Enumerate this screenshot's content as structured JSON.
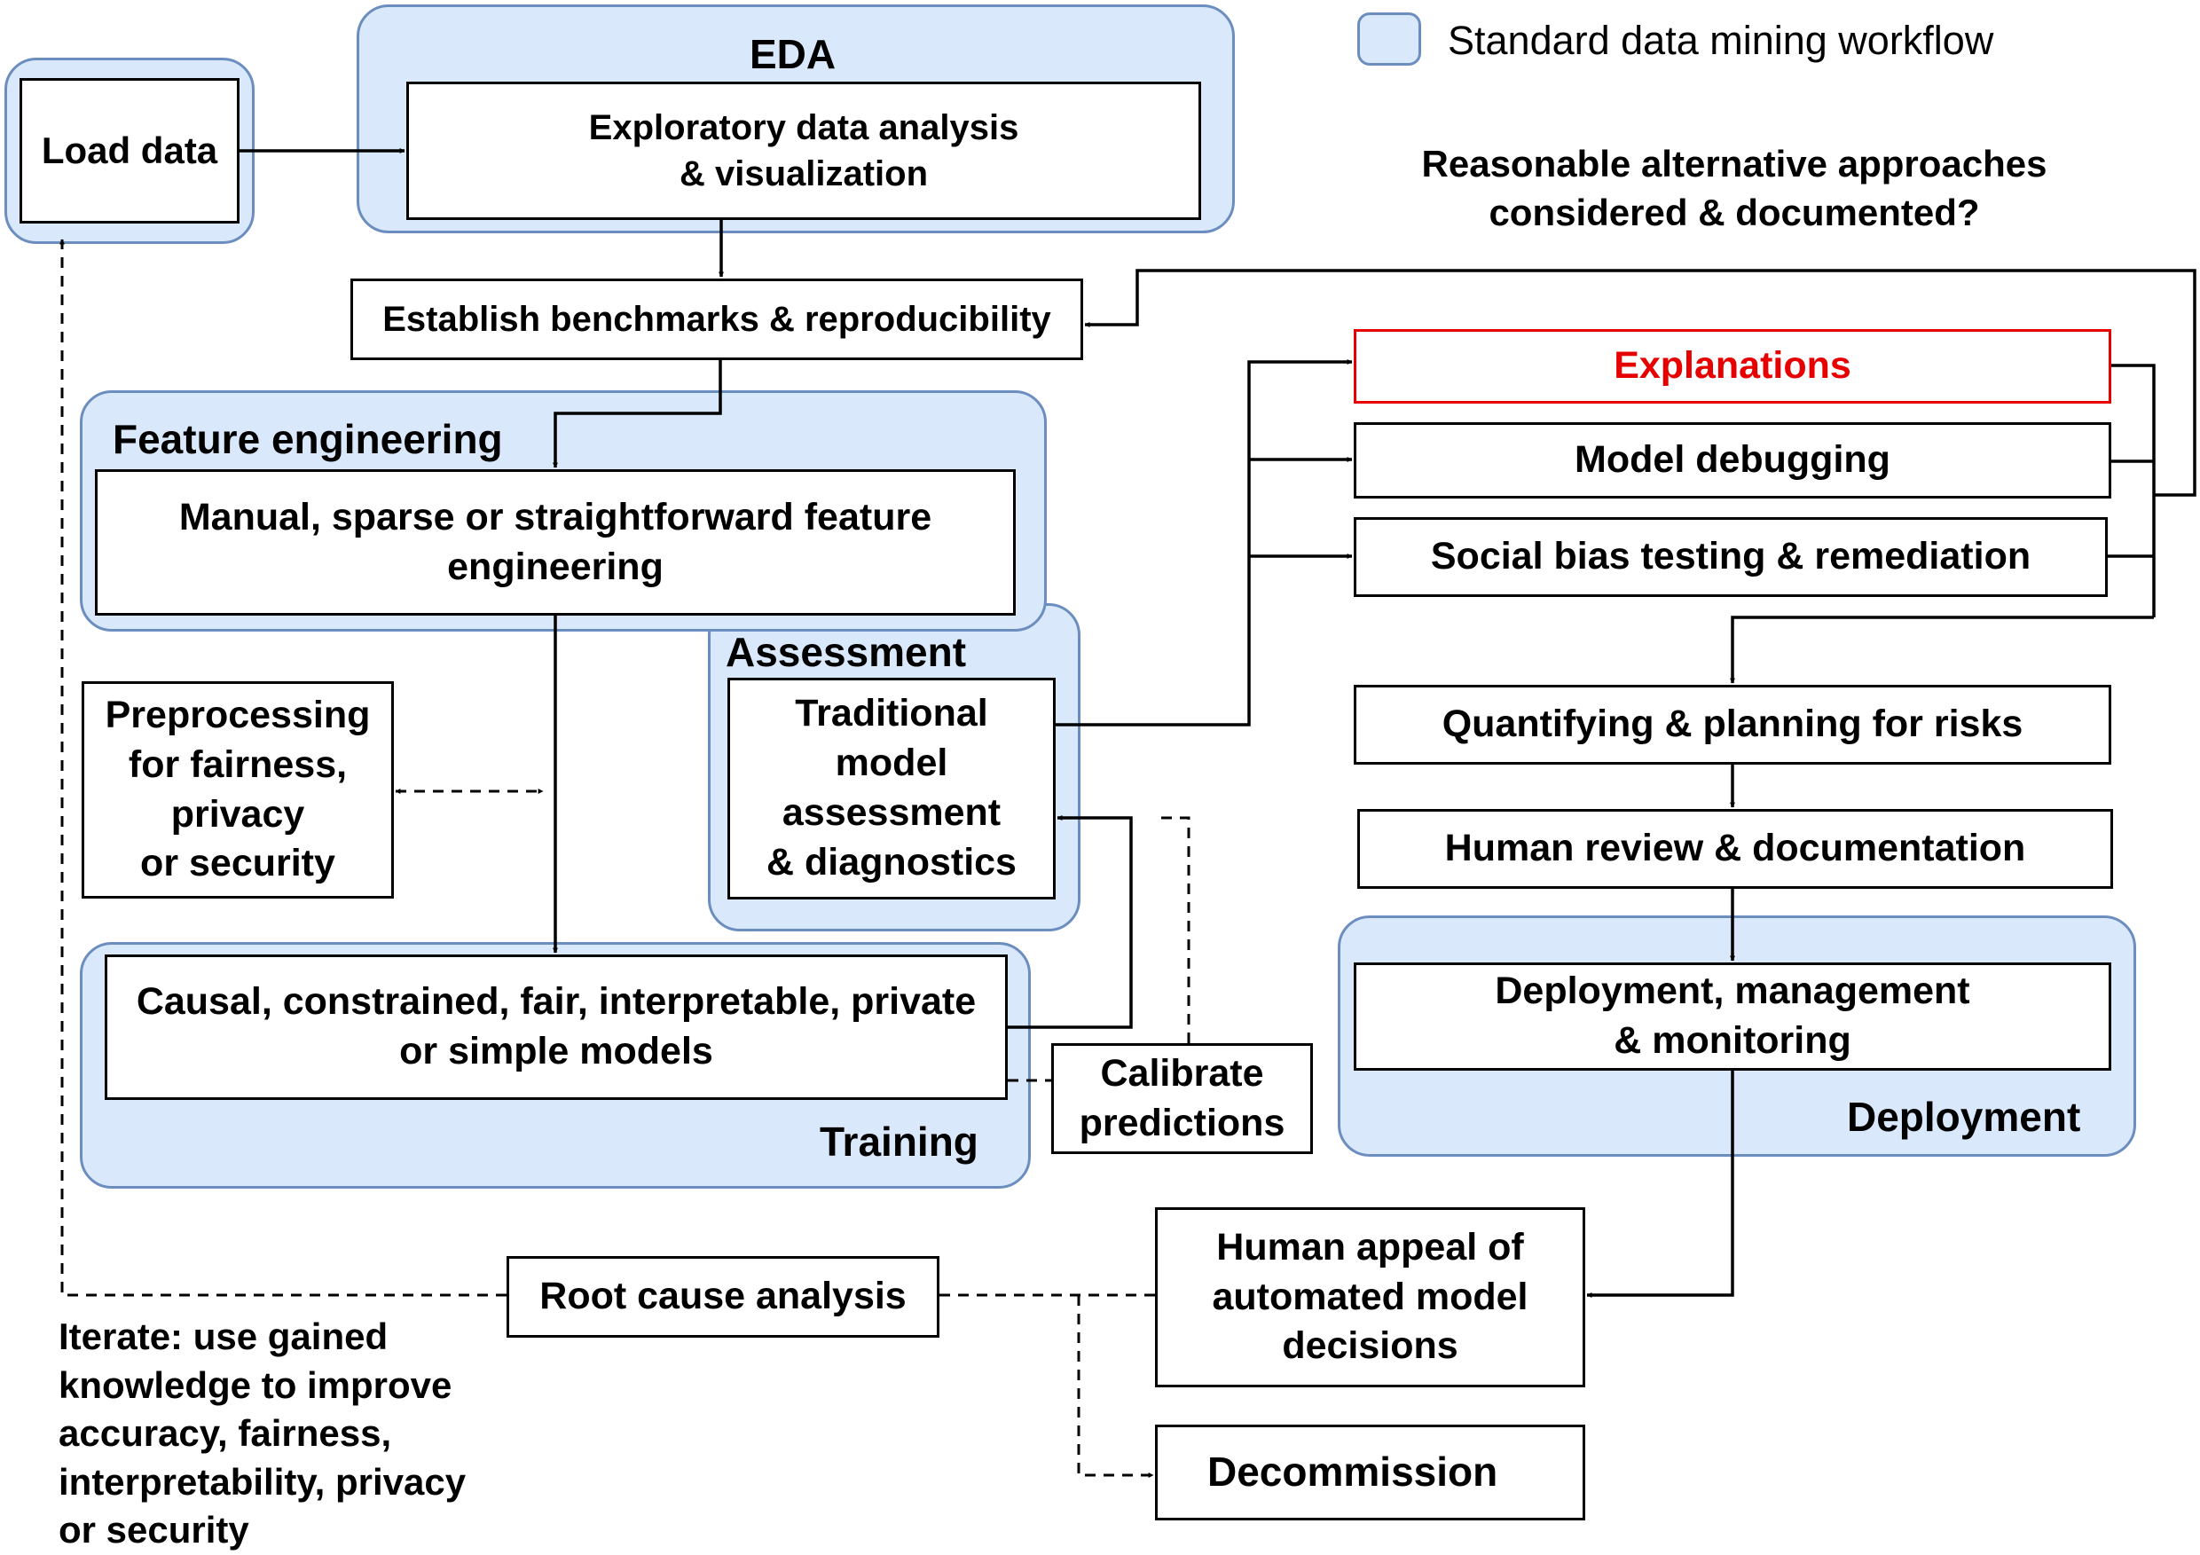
{
  "legend": {
    "label": "Standard data mining workflow",
    "swatch_color": "#dae8fc",
    "swatch_border": "#6c8ebf"
  },
  "question": "Reasonable alternative approaches\nconsidered & documented?",
  "groups": {
    "eda": "EDA",
    "feature_engineering": "Feature engineering",
    "assessment": "Assessment",
    "training": "Training",
    "deployment": "Deployment"
  },
  "nodes": {
    "load_data": "Load data",
    "eda_box": "Exploratory data analysis\n& visualization",
    "benchmarks": "Establish benchmarks & reproducibility",
    "feature_box": "Manual, sparse or straightforward feature\nengineering",
    "preprocessing": "Preprocessing\nfor fairness,\nprivacy\nor security",
    "traditional": "Traditional\nmodel\nassessment\n& diagnostics",
    "models": "Causal, constrained, fair, interpretable, private\nor simple models",
    "calibrate": "Calibrate\npredictions",
    "explanations": "Explanations",
    "model_debugging": "Model debugging",
    "social_bias": "Social bias testing & remediation",
    "risks": "Quantifying & planning for risks",
    "human_review": "Human review & documentation",
    "deployment_box": "Deployment, management\n& monitoring",
    "human_appeal": "Human appeal of\nautomated model\ndecisions",
    "root_cause": "Root cause analysis",
    "decommission": "Decommission"
  },
  "iterate_note": "Iterate: use gained\nknowledge to improve\naccuracy, fairness,\ninterpretability, privacy\nor security",
  "colors": {
    "highlight": "#e60000",
    "group_fill": "#dae8fc",
    "group_border": "#6c8ebf"
  }
}
